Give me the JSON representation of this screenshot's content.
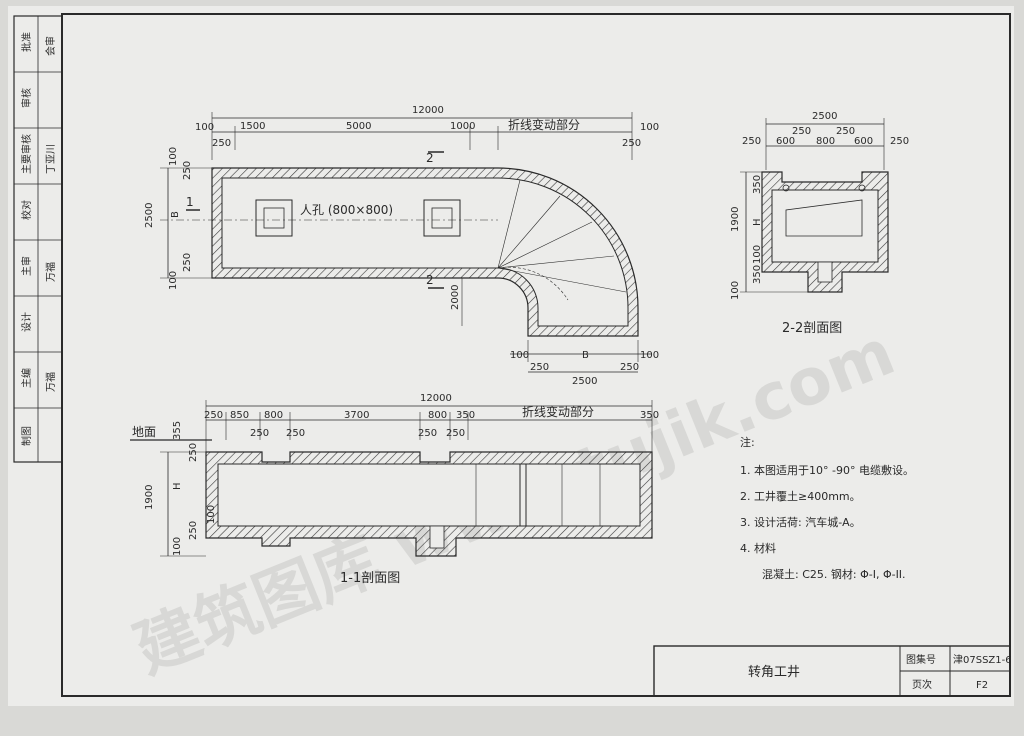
{
  "sidebar": {
    "rows": [
      {
        "title": "批准",
        "sign": "会审"
      },
      {
        "title": "审核",
        "sign": ""
      },
      {
        "title": "主要审核",
        "sign": "丁亚川"
      },
      {
        "title": "校对",
        "sign": ""
      },
      {
        "title": "主审",
        "sign": "万福"
      },
      {
        "title": "设计",
        "sign": ""
      },
      {
        "title": "主编",
        "sign": "万福"
      },
      {
        "title": "制图",
        "sign": ""
      }
    ]
  },
  "plan": {
    "top_total": "12000",
    "top_dims": [
      "100",
      "1500",
      "5000",
      "1000",
      "100"
    ],
    "top_sub": [
      "250",
      "250"
    ],
    "bend_label": "折线变动部分",
    "manhole_label": "人孔 (800×800)",
    "section_marks": [
      "1",
      "2",
      "2"
    ],
    "left_dims": [
      "100",
      "250",
      "2500",
      "B",
      "250",
      "100"
    ],
    "bottom_dims": [
      "100",
      "250",
      "B",
      "250",
      "100"
    ],
    "bottom_2500": "2500",
    "inner_2000": "2000"
  },
  "section22": {
    "title": "2-2剖面图",
    "top_total": "2500",
    "top_row1": [
      "250",
      "250"
    ],
    "top_row2": [
      "250",
      "600",
      "800",
      "600",
      "250"
    ],
    "left_dims": [
      "350",
      "1900",
      "H",
      "100",
      "350",
      "100"
    ]
  },
  "section11": {
    "title": "1-1剖面图",
    "top_total": "12000",
    "top_dims": [
      "250",
      "850",
      "800",
      "3700",
      "800",
      "350",
      "350"
    ],
    "top_sub": [
      "250",
      "250",
      "250",
      "250"
    ],
    "bend_label": "折线变动部分",
    "ground_label": "地面",
    "left_dims": [
      "355",
      "250",
      "H",
      "1900",
      "100",
      "250",
      "100"
    ]
  },
  "notes": {
    "heading": "注:",
    "items": [
      "1. 本图适用于10° -90° 电缆敷设。",
      "2. 工井覆土≥400mm。",
      "3. 设计活荷: 汽车城-A。",
      "4. 材料",
      "混凝土: C25. 钢材: Φ-I, Φ-II."
    ]
  },
  "titleblock": {
    "title": "转角工井",
    "atlas_label": "图集号",
    "atlas_value": "津07SSZ1-6",
    "page_label": "页次",
    "page_value": "F2"
  },
  "watermark": {
    "text": "建筑图库 www.tujik.com"
  },
  "colors": {
    "paper": "#ececea",
    "ink": "#2a2a2a",
    "background": "#d9d9d6"
  }
}
